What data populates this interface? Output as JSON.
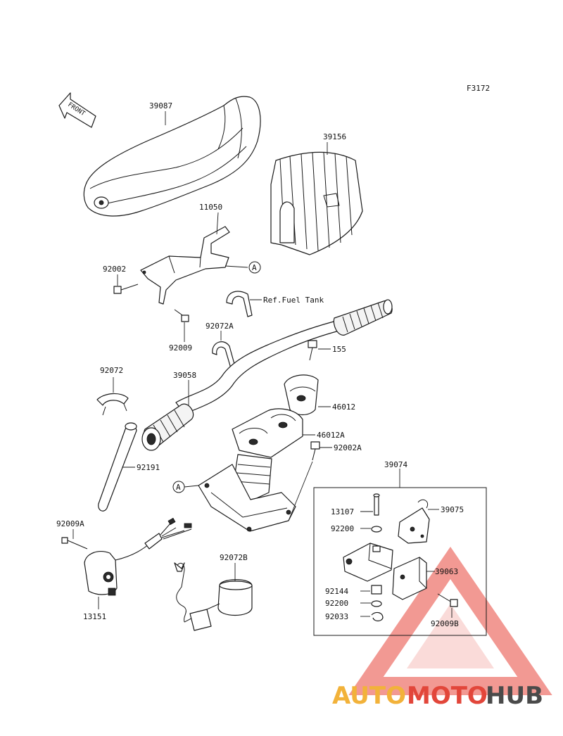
{
  "figure_code": "F3172",
  "front_marker": "FRONT",
  "callout_marker": "A",
  "labels": {
    "p39087": "39087",
    "p39156": "39156",
    "p11050": "11050",
    "p92002": "92002",
    "p92009": "92009",
    "ref_fuel_tank": "Ref.Fuel Tank",
    "p92072A": "92072A",
    "p155": "155",
    "p92072": "92072",
    "p39058": "39058",
    "p46012": "46012",
    "p46012A": "46012A",
    "p92002A": "92002A",
    "p92191": "92191",
    "p39074": "39074",
    "p13107": "13107",
    "p39075": "39075",
    "p92200a": "92200",
    "p92009A": "92009A",
    "p39063": "39063",
    "p92072B": "92072B",
    "p92144": "92144",
    "p92200b": "92200",
    "p92009B": "92009B",
    "p92033": "92033",
    "p13151": "13151"
  },
  "watermark": {
    "part1": "AUTO",
    "part2": "MOTO",
    "part3": "HUB",
    "color1": "#f2b23a",
    "color2": "#e2463a",
    "color3": "#4a4a4a",
    "triangle_color": "#e8463c"
  }
}
